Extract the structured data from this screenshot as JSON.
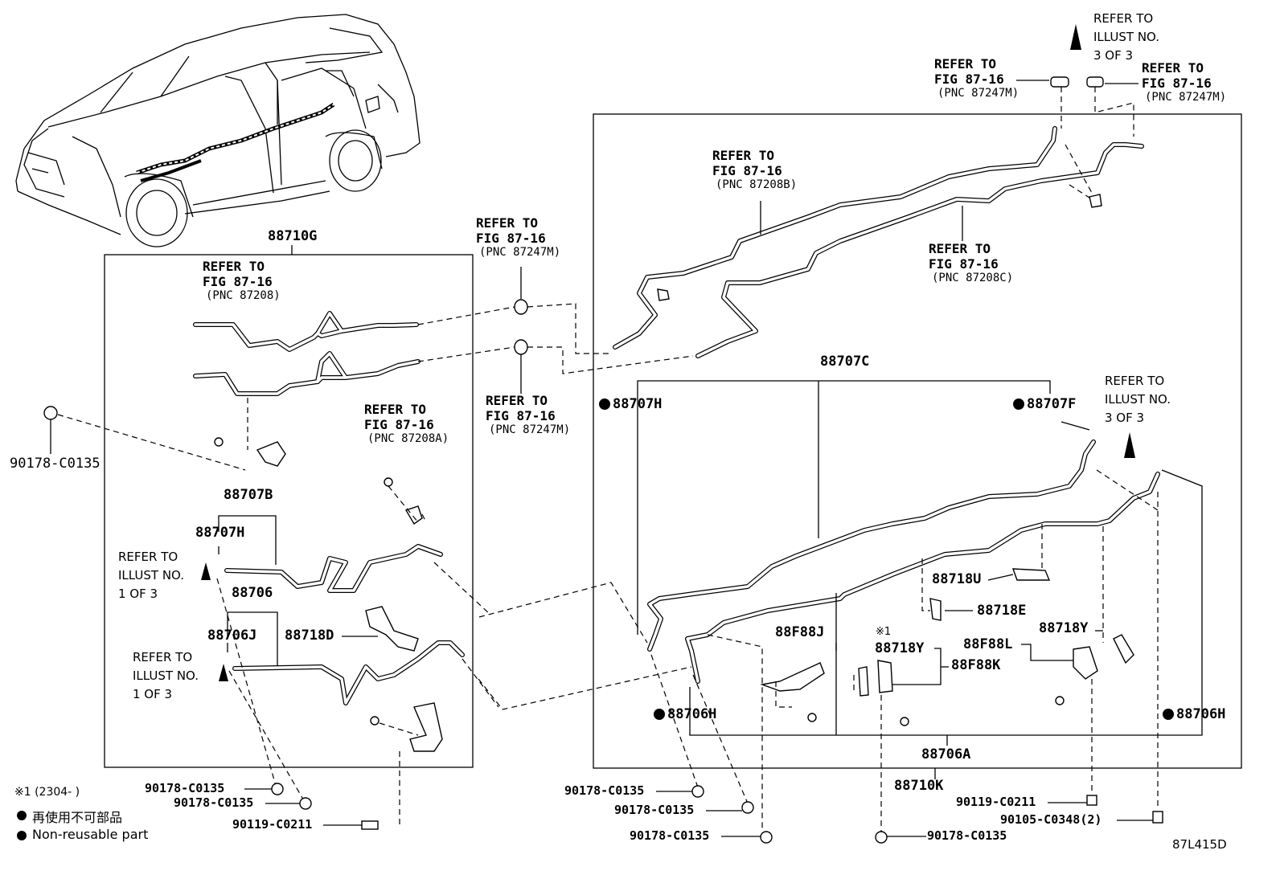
{
  "diagram_id": "87L415D",
  "refer_fig": {
    "line1": "REFER TO",
    "line2": "FIG 87-16",
    "pnc_87208": "(PNC 87208)",
    "pnc_87208a": "(PNC 87208A)",
    "pnc_87208b": "(PNC 87208B)",
    "pnc_87208c": "(PNC 87208C)",
    "pnc_87247m": "(PNC 87247M)"
  },
  "refer_illust": {
    "line1": "REFER TO",
    "line2": "ILLUST NO.",
    "of3": "3 OF 3",
    "of1": "1 OF 3"
  },
  "parts": {
    "p88710G": "88710G",
    "p88710K": "88710K",
    "p88707B": "88707B",
    "p88707H": "88707H",
    "p88706": "88706",
    "p88706J": "88706J",
    "p88718D": "88718D",
    "p88707C": "88707C",
    "p88707F": "88707F",
    "p88706H": "88706H",
    "p88706A": "88706A",
    "p88718U": "88718U",
    "p88718E": "88718E",
    "p88718Y": "88718Y",
    "p88F88J": "88F88J",
    "p88F88L": "88F88L",
    "p88F88K": "88F88K",
    "p90178": "90178-C0135",
    "p90119": "90119-C0211",
    "p90105": "90105-C0348(2)"
  },
  "legend": {
    "note_mark": "※1",
    "note_text": "※1 (2304-      )",
    "jp_text": "再使用不可部品",
    "en_text": "Non-reusable part"
  }
}
